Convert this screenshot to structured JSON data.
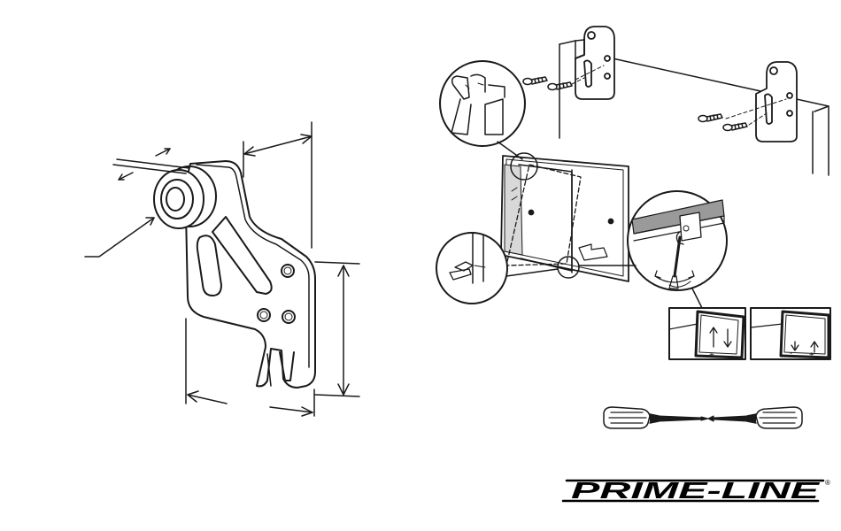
{
  "logo": {
    "text": "PRIME-LINE",
    "registered_mark": "®",
    "color": "#000000"
  },
  "inset_marks": {
    "left_plus": "+",
    "right_minus": "-",
    "right_plus": "+"
  },
  "icons": [
    "roller-bracket",
    "screw",
    "screwdriver",
    "magnifier-callout",
    "adjust-arrow"
  ]
}
